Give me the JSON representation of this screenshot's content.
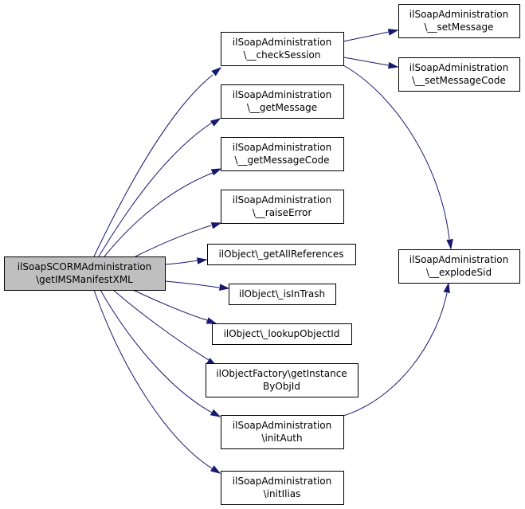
{
  "colors": {
    "edge": "#191970",
    "root_fill": "#bfbfbf",
    "node_fill": "#ffffff",
    "node_border": "#000000"
  },
  "nodes": {
    "root": [
      "ilSoapSCORMAdministration",
      "\\getIMSManifestXML"
    ],
    "checkSession": [
      "ilSoapAdministration",
      "\\__checkSession"
    ],
    "getMessage": [
      "ilSoapAdministration",
      "\\__getMessage"
    ],
    "getMessageCode": [
      "ilSoapAdministration",
      "\\__getMessageCode"
    ],
    "raiseError": [
      "ilSoapAdministration",
      "\\__raiseError"
    ],
    "getAllReferences": [
      "ilObject\\_getAllReferences"
    ],
    "isInTrash": [
      "ilObject\\_isInTrash"
    ],
    "lookupObjectId": [
      "ilObject\\_lookupObjectId"
    ],
    "getInstanceByObjId": [
      "ilObjectFactory\\getInstance",
      "ByObjId"
    ],
    "initAuth": [
      "ilSoapAdministration",
      "\\initAuth"
    ],
    "initIlias": [
      "ilSoapAdministration",
      "\\initIlias"
    ],
    "setMessage": [
      "ilSoapAdministration",
      "\\__setMessage"
    ],
    "setMessageCode": [
      "ilSoapAdministration",
      "\\__setMessageCode"
    ],
    "explodeSid": [
      "ilSoapAdministration",
      "\\__explodeSid"
    ]
  },
  "edges": [
    [
      "root",
      "checkSession"
    ],
    [
      "root",
      "getMessage"
    ],
    [
      "root",
      "getMessageCode"
    ],
    [
      "root",
      "raiseError"
    ],
    [
      "root",
      "getAllReferences"
    ],
    [
      "root",
      "isInTrash"
    ],
    [
      "root",
      "lookupObjectId"
    ],
    [
      "root",
      "getInstanceByObjId"
    ],
    [
      "root",
      "initAuth"
    ],
    [
      "root",
      "initIlias"
    ],
    [
      "checkSession",
      "setMessage"
    ],
    [
      "checkSession",
      "setMessageCode"
    ],
    [
      "checkSession",
      "explodeSid"
    ],
    [
      "initAuth",
      "explodeSid"
    ]
  ]
}
